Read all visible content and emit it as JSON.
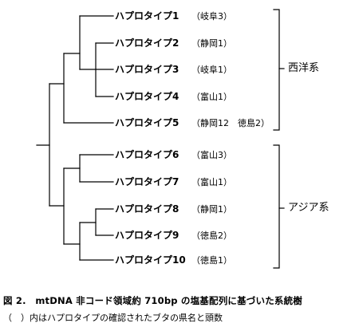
{
  "haplotypes": [
    {
      "name": "ハプロタイプ1",
      "count": "（岐阜3）"
    },
    {
      "name": "ハプロタイプ2",
      "count": "（静岡1）"
    },
    {
      "name": "ハプロタイプ3",
      "count": "（岐阜1）"
    },
    {
      "name": "ハプロタイプ4",
      "count": "（富山1）"
    },
    {
      "name": "ハプロタイプ5",
      "count": "（静岡12　徳島2）"
    },
    {
      "name": "ハプロタイプ6",
      "count": "（富山3）"
    },
    {
      "name": "ハプロタイプ7",
      "count": "（富山1）"
    },
    {
      "name": "ハプロタイプ8",
      "count": "（静岡1）"
    },
    {
      "name": "ハプロタイプ9",
      "count": "（徳島2）"
    },
    {
      "name": "ハプロタイプ10",
      "count": "（徳島1）"
    }
  ],
  "groups": {
    "western": "西洋系",
    "asian": "アジア系"
  },
  "caption": {
    "title": "図 2.　mtDNA 非コード領域約 710bp の塩基配列に基づいた系統樹",
    "note": "（　）内はハプロタイプの確認されたブタの県名と頭数"
  },
  "colors": {
    "line": "#000000",
    "background": "#ffffff"
  }
}
